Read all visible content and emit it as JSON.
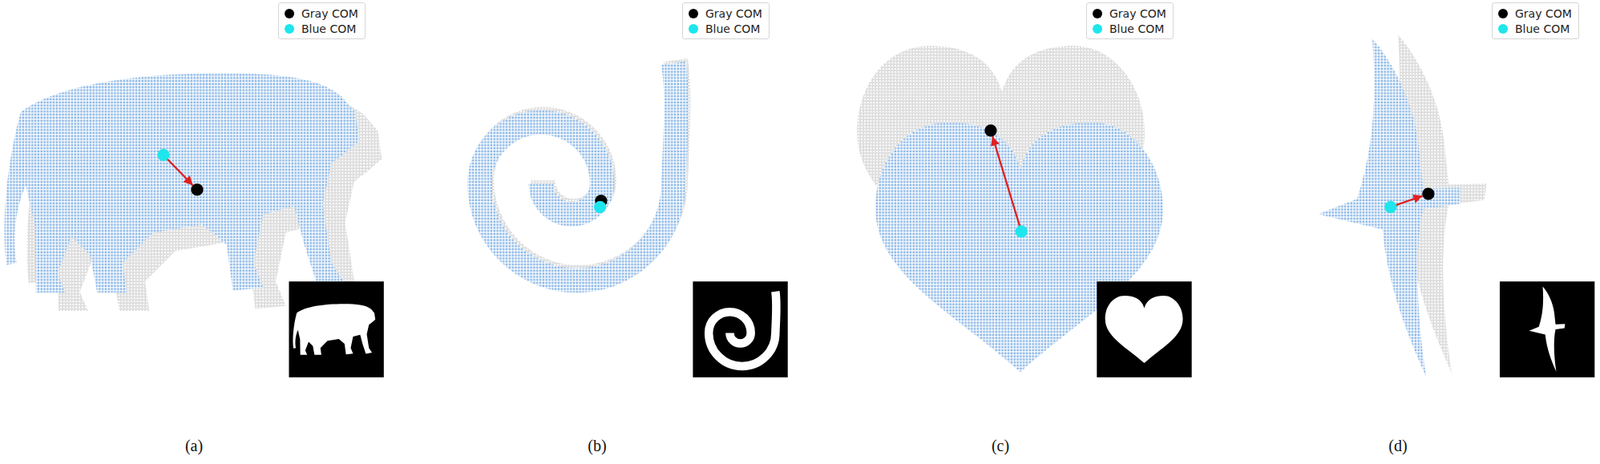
{
  "diagram": {
    "labels": [
      "(a)",
      "(b)",
      "(c)",
      "(d)"
    ],
    "legend": [
      {
        "text": "Gray COM",
        "color": "#000000"
      },
      {
        "text": "Blue COM",
        "color": "#1ee6ec"
      },
      {
        "text": "Gray COM",
        "color": "#000000"
      },
      {
        "text": "Blue COM",
        "color": "#1ee6ec"
      },
      {
        "text": "Gray COM",
        "color": "#000000"
      },
      {
        "text": "Blue COM",
        "color": "#1ee6ec"
      },
      {
        "text": "Gray COM",
        "color": "#000000"
      },
      {
        "text": "Blue COM",
        "color": "#1ee6ec"
      }
    ]
  }
}
